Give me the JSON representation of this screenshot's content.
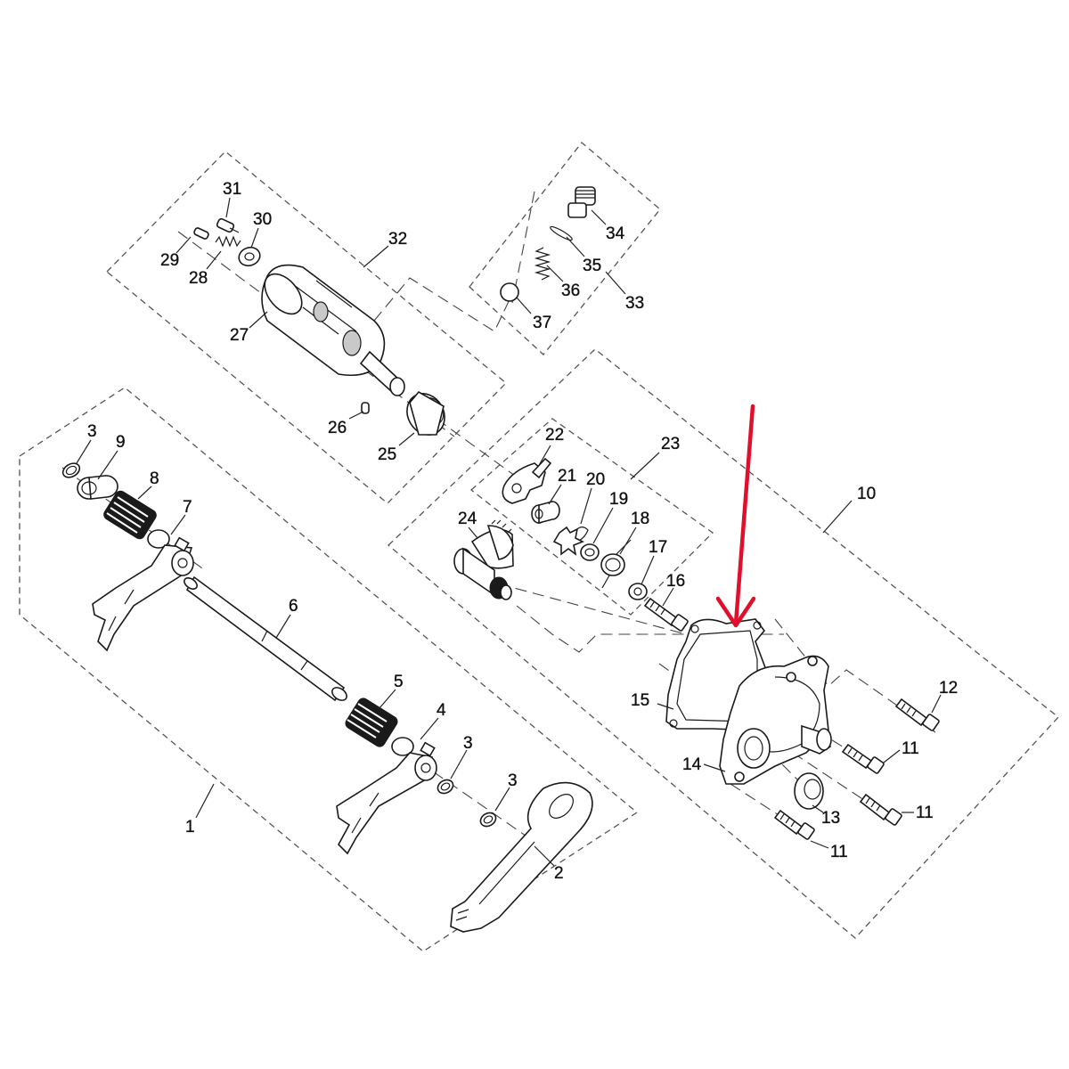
{
  "colors": {
    "line": "#1a1a1a",
    "dashed_box": "#555555",
    "highlight_arrow": "#e0102d",
    "background": "#ffffff"
  },
  "callouts": {
    "c1": "1",
    "c2": "2",
    "c3a": "3",
    "c3b": "3",
    "c3c": "3",
    "c4": "4",
    "c5": "5",
    "c6": "6",
    "c7": "7",
    "c8": "8",
    "c9": "9",
    "c10": "10",
    "c11a": "11",
    "c11b": "11",
    "c11c": "11",
    "c12": "12",
    "c13": "13",
    "c14": "14",
    "c15": "15",
    "c16": "16",
    "c17": "17",
    "c18": "18",
    "c19": "19",
    "c20": "20",
    "c21": "21",
    "c22": "22",
    "c23": "23",
    "c24": "24",
    "c25": "25",
    "c26": "26",
    "c27": "27",
    "c28": "28",
    "c29": "29",
    "c30": "30",
    "c31": "31",
    "c32": "32",
    "c33": "33",
    "c34": "34",
    "c35": "35",
    "c36": "36",
    "c37": "37"
  },
  "highlight": {
    "target_part": "15",
    "indicator": "red-arrow"
  }
}
